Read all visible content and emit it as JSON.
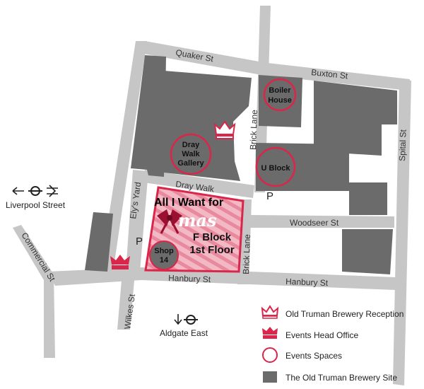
{
  "streets": {
    "quaker": "Quaker St",
    "buxton": "Buxton St",
    "spital": "Spital St",
    "brick_lane_north": "Brick Lane",
    "brick_lane_south": "Brick Lane",
    "dray_walk": "Dray Walk",
    "elys_yard": "Ely's Yard",
    "woodseer": "Woodseer St",
    "hanbury_west": "Hanbury St",
    "hanbury_east": "Hanbury St",
    "commercial": "Commercial St",
    "wilkes": "Wilkes St"
  },
  "venues": {
    "boiler_house": [
      "Boiler",
      "House"
    ],
    "dray_walk_gallery": [
      "Dray",
      "Walk",
      "Gallery"
    ],
    "u_block": "U Block",
    "shop14": [
      "Shop",
      "14"
    ],
    "f_block": [
      "F Block",
      "1st Floor"
    ]
  },
  "promo": {
    "text": "All I Want for",
    "script_word": "mas"
  },
  "parking": {
    "p1": "P",
    "p2": "P"
  },
  "stations": {
    "liverpool": "Liverpool Street",
    "aldgate": "Aldgate East"
  },
  "legend": {
    "reception": "Old Truman Brewery Reception",
    "head_office": "Events Head Office",
    "events_spaces": "Events Spaces",
    "site": "The Old Truman Brewery Site"
  },
  "colors": {
    "road": "#c6c6c6",
    "building": "#6b6b6b",
    "accent": "#d9264a"
  }
}
